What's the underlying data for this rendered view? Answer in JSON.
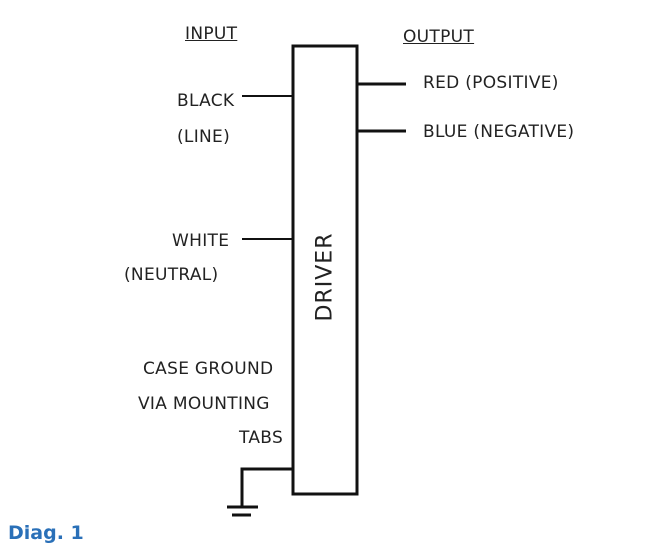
{
  "headers": {
    "input": "INPUT",
    "output": "OUTPUT"
  },
  "driver": "DRIVER",
  "inputs": {
    "black": "BLACK",
    "line": "(LINE)",
    "white": "WHITE",
    "neutral": "(NEUTRAL)"
  },
  "outputs": {
    "red": "RED (POSITIVE)",
    "blue": "BLUE (NEGATIVE)"
  },
  "ground": {
    "line1": "CASE GROUND",
    "line2": "VIA MOUNTING",
    "line3": "TABS"
  },
  "caption": "Diag. 1",
  "colors": {
    "caption": "#2a70b8",
    "lines": "#111111"
  }
}
